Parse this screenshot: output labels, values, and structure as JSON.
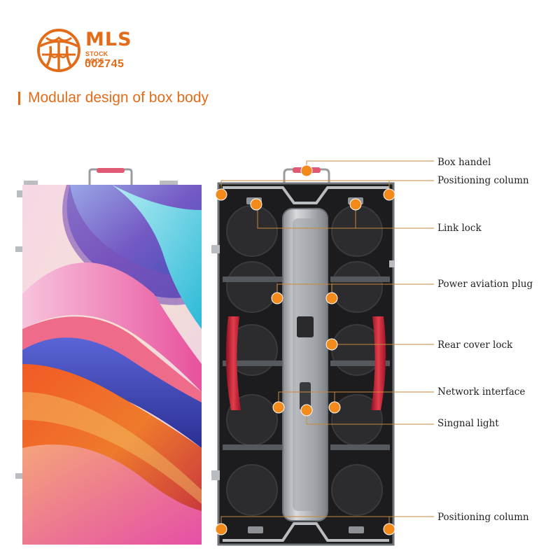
{
  "logo": {
    "brand": "MLS",
    "subtitle": "STOCK CODE",
    "code": "002745",
    "color": "#e36c1a"
  },
  "section": {
    "title": "Modular design of box body"
  },
  "callouts": [
    {
      "id": "box-handle",
      "label": "Box handel"
    },
    {
      "id": "positioning-column-top",
      "label": "Positioning column"
    },
    {
      "id": "link-lock",
      "label": "Link lock"
    },
    {
      "id": "power-aviation-plug",
      "label": "Power aviation plug"
    },
    {
      "id": "rear-cover-lock",
      "label": "Rear cover lock"
    },
    {
      "id": "network-interface",
      "label": "Network interface"
    },
    {
      "id": "signal-light",
      "label": "Singnal light"
    },
    {
      "id": "positioning-column-bottom",
      "label": "Positioning column"
    }
  ],
  "colors": {
    "accent": "#e36c1a",
    "marker": "#f28a1c",
    "leader": "#c9893a",
    "cabinet": "#1c1c1e",
    "frame": "#b9bcc1",
    "handle": "#e05a74"
  }
}
